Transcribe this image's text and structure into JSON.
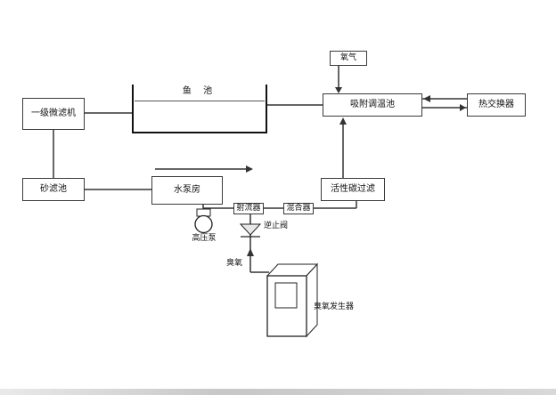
{
  "diagram": {
    "labels": {
      "oxygen": "氧气",
      "fish_pond": "鱼 池",
      "microfilter": "一级微滤机",
      "adsorption_pool": "吸附调温池",
      "heat_exchanger": "热交换器",
      "sand_filter": "砂滤池",
      "pump_house": "水泵房",
      "carbon_filter": "活性碳过滤",
      "hp_pump": "高压泵",
      "jet_injector": "射流器",
      "mixer": "混合器",
      "check_valve": "逆止阀",
      "ozone": "臭氧",
      "ozone_generator": "臭氧发生器"
    },
    "flows": [
      "鱼池 → 一级微滤机 → 砂滤池 → 水泵房 → 高压泵 → 射流器 → 混合器 → 活性碳过滤 → 吸附调温池 → 鱼池",
      "氧气 → 吸附调温池",
      "吸附调温池 ⇄ 热交换器",
      "臭氧发生器 → 逆止阀 → 射流器"
    ],
    "colors": {
      "background": "#ffffff",
      "line": "#333333",
      "box_border": "#3a3a3a",
      "text": "#111111"
    }
  }
}
